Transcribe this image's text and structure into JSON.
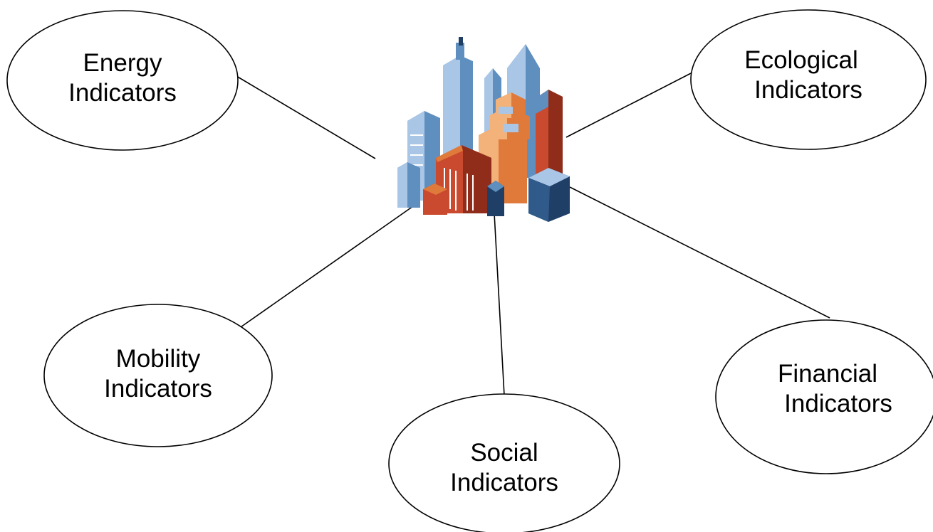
{
  "colors": {
    "line": "#000000",
    "ellipse_stroke": "#000000",
    "ellipse_fill": "#ffffff",
    "tower_blue_light": "#a9c6e6",
    "tower_blue_mid": "#5f8fbf",
    "tower_blue_dark": "#1f3f66",
    "tower_orange": "#e07a3a",
    "tower_orange_light": "#f2b27a",
    "tower_red": "#c94a2e",
    "tower_red_dark": "#8f2d1a"
  },
  "center_icon": "city-skyline-icon",
  "nodes": {
    "energy": {
      "line1": "Energy",
      "line2": "Indicators"
    },
    "ecological": {
      "line1": "Ecological",
      "line2": "Indicators"
    },
    "mobility": {
      "line1": "Mobility",
      "line2": "Indicators"
    },
    "social": {
      "line1": "Social",
      "line2": "Indicators"
    },
    "financial": {
      "line1": "Financial",
      "line2": "Indicators"
    }
  }
}
